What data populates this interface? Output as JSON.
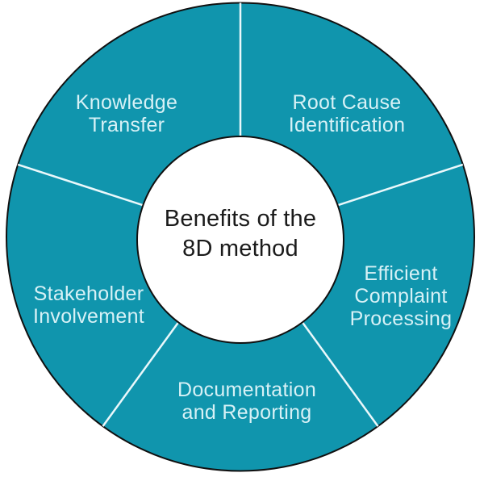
{
  "diagram": {
    "center": {
      "title": "Benefits of the\n8D method"
    },
    "segment_count": 5,
    "segments": [
      {
        "name": "root-cause-identification",
        "label": "Root Cause\nIdentification"
      },
      {
        "name": "efficient-complaint-processing",
        "label": "Efficient\nComplaint\nProcessing"
      },
      {
        "name": "documentation-and-reporting",
        "label": "Documentation\nand Reporting"
      },
      {
        "name": "stakeholder-involvement",
        "label": "Stakeholder\nInvolvement"
      },
      {
        "name": "knowledge-transfer",
        "label": "Knowledge\nTransfer"
      }
    ]
  },
  "colors": {
    "segment_fill": "#1095AD",
    "segment_label": "#D7F1F6",
    "divider": "#EAF8FB",
    "outline": "#101010",
    "center_fill": "#FFFFFF",
    "center_text": "#1B1B1B",
    "background": "#FFFFFF"
  }
}
